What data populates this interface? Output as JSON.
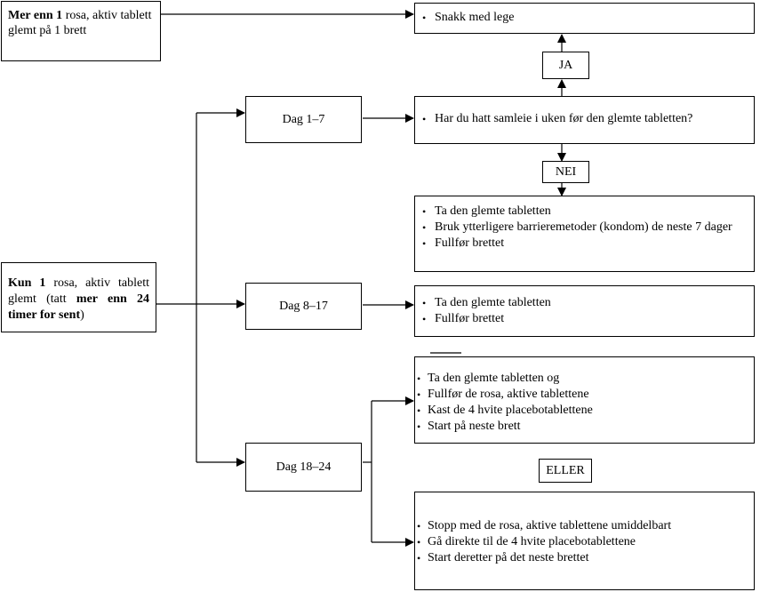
{
  "box_more_than_one": {
    "bold": "Mer enn 1",
    "rest": " rosa, aktiv tablett glemt på 1 brett"
  },
  "box_talk_doctor": {
    "items": [
      "Snakk med lege"
    ]
  },
  "label_yes": "JA",
  "label_no": "NEI",
  "label_or": "ELLER",
  "box_day_1_7": "Dag 1–7",
  "box_day_8_17": "Dag 8–17",
  "box_day_18_24": "Dag 18–24",
  "box_question": {
    "items": [
      "Har du hatt samleie i uken før den glemte tabletten?"
    ]
  },
  "box_no_action": {
    "items": [
      "Ta den glemte tabletten",
      "Bruk ytterligere barrieremetoder (kondom) de neste 7 dager",
      "Fullfør brettet"
    ]
  },
  "box_only_one": {
    "bold1": "Kun 1",
    "text1": " rosa, aktiv tablett glemt (tatt ",
    "bold2": "mer enn 24 timer for sent",
    "text2": ")"
  },
  "box_day_8_17_action": {
    "items": [
      "Ta den glemte tabletten",
      "Fullfør brettet"
    ]
  },
  "box_option_a": {
    "items": [
      "Ta den glemte tabletten og",
      "Fullfør de rosa, aktive tablettene",
      "Kast de 4 hvite placebotablettene",
      "Start på neste brett"
    ]
  },
  "box_option_b": {
    "items": [
      "Stopp med de rosa, aktive tablettene umiddelbart",
      "Gå direkte til de 4 hvite placebotablettene",
      "Start deretter på det neste brettet"
    ]
  }
}
